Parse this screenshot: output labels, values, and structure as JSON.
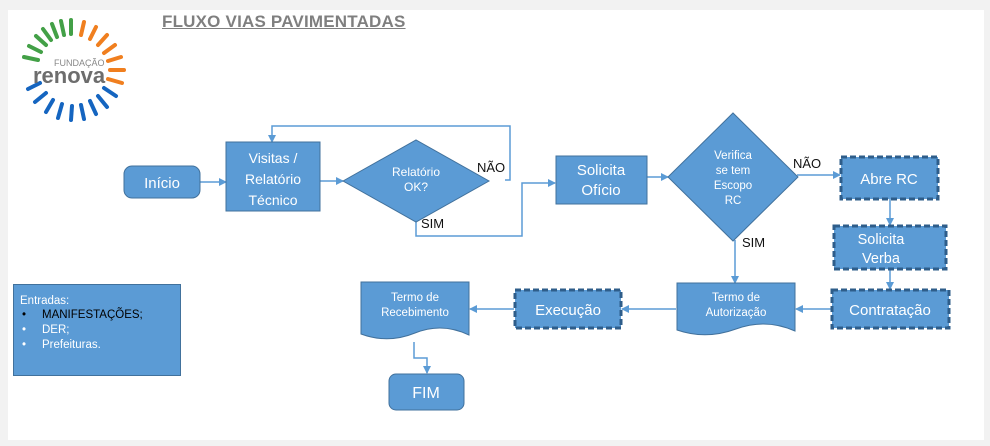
{
  "title": "FLUXO VIAS PAVIMENTADAS",
  "logo": {
    "top_text": "FUNDAÇÃO",
    "main_text": "renova"
  },
  "nodes": {
    "inicio": "Início",
    "visitas": [
      "Visitas /",
      "Relatório",
      "Técnico"
    ],
    "relatorio_ok": [
      "Relatório",
      "OK?"
    ],
    "solicita_oficio": [
      "Solicita",
      "Ofício"
    ],
    "verifica": [
      "Verifica",
      "se tem",
      "Escopo",
      "RC"
    ],
    "abre_rc": "Abre RC",
    "solicita_verba": [
      "Solicita",
      "Verba"
    ],
    "contratacao": "Contratação",
    "termo_autorizacao": [
      "Termo de",
      "Autorização"
    ],
    "execucao": "Execução",
    "termo_recebimento": [
      "Termo de",
      "Recebimento"
    ],
    "fim": "FIM"
  },
  "edge_labels": {
    "nao_1": "NÃO",
    "sim_1": "SIM",
    "nao_2": "NÃO",
    "sim_2": "SIM"
  },
  "inputs_box": {
    "heading": "Entradas:",
    "items": [
      "MANIFESTAÇÕES;",
      "DER;",
      "Prefeituras."
    ]
  },
  "colors": {
    "node_fill": "#5b9bd5",
    "node_border": "#41719c",
    "arrow": "#5b9bd5",
    "title": "#7f7f7f"
  }
}
